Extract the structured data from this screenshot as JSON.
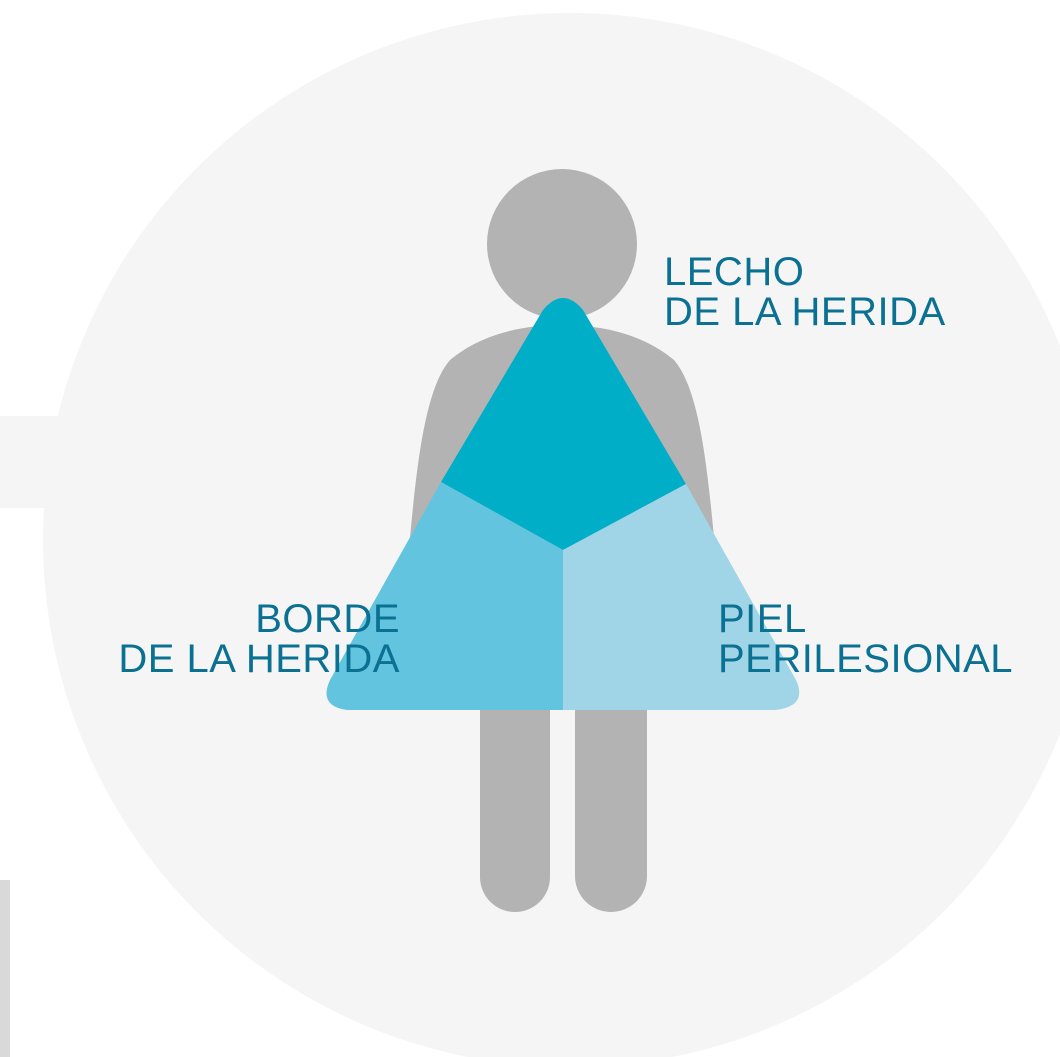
{
  "colors": {
    "background_circle": "#f5f5f5",
    "figure": "#b3b3b3",
    "lecho": "#00aec8",
    "borde": "#62c4de",
    "piel": "#a0d5e8",
    "label_text": "#0b7192"
  },
  "labels": {
    "lecho": {
      "line1": "LECHO",
      "line2": "DE LA HERIDA"
    },
    "borde": {
      "line1": "BORDE",
      "line2": "DE LA HERIDA"
    },
    "piel": {
      "line1": "PIEL",
      "line2": "PERILESIONAL"
    }
  },
  "icons": {
    "figure": "person-icon",
    "triangle": "wound-triangle"
  }
}
